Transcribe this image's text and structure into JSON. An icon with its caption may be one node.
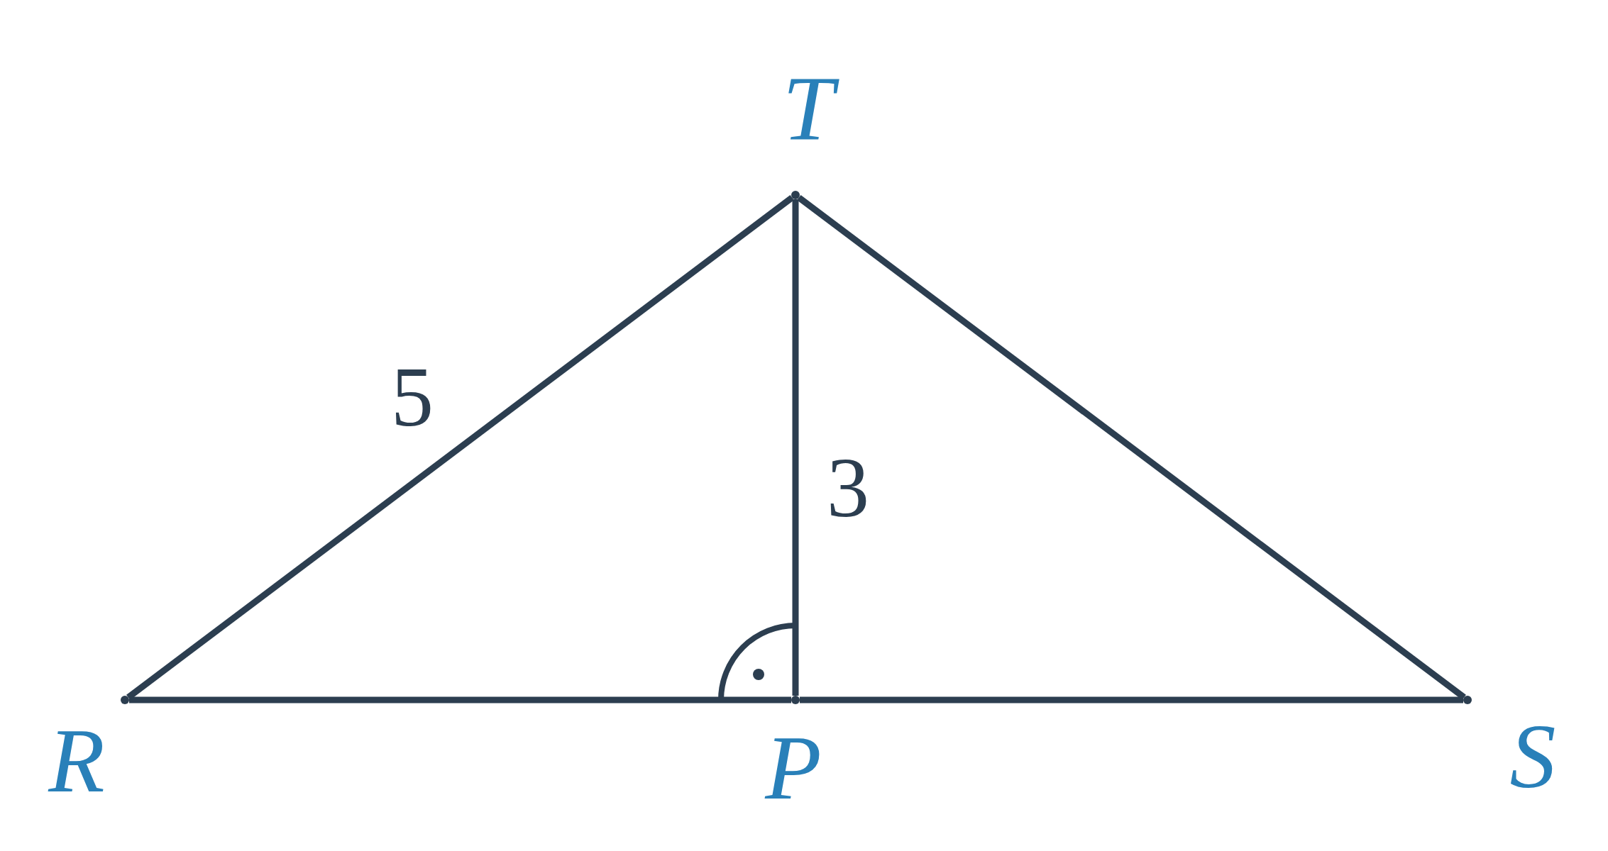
{
  "diagram": {
    "nodes": [
      {
        "text": [],
        "shape": "circle",
        "beside": [
          "T"
        ]
      },
      {
        "text": [],
        "shape": "circle",
        "beside": [
          "R"
        ]
      },
      {
        "text": [],
        "shape": "circle",
        "beside": [
          "P"
        ]
      },
      {
        "text": [],
        "shape": "circle",
        "beside": [
          "S"
        ]
      }
    ],
    "edges": [
      {
        "from": 1,
        "to": 0,
        "arrow": "none",
        "label": "5"
      },
      {
        "from": 0,
        "to": 3,
        "arrow": "none"
      },
      {
        "from": 1,
        "to": 2,
        "arrow": "none"
      },
      {
        "from": 2,
        "to": 3,
        "arrow": "none"
      },
      {
        "from": 0,
        "to": 2,
        "arrow": "none",
        "label": "3"
      }
    ]
  }
}
